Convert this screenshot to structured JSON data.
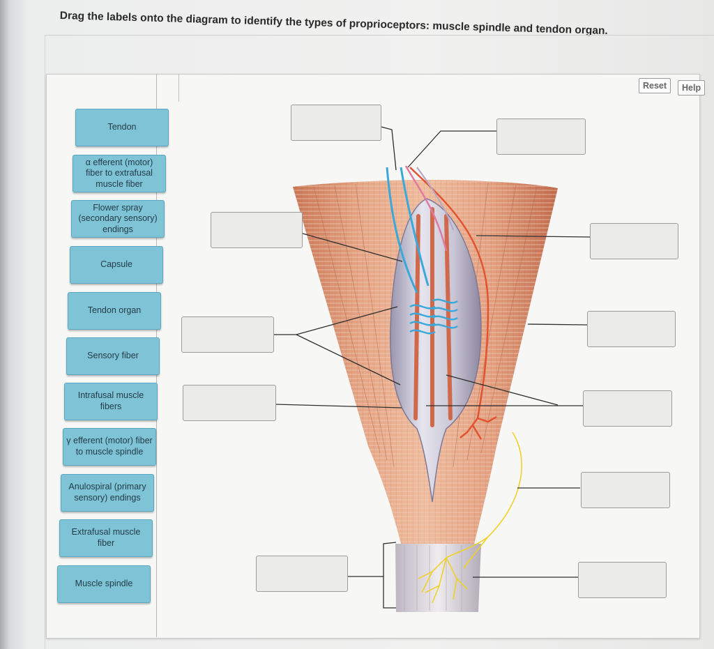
{
  "instructions": "Drag the labels onto the diagram to identify the types of proprioceptors: muscle spindle and tendon organ.",
  "buttons": {
    "reset": "Reset",
    "help": "Help"
  },
  "labels": [
    {
      "name": "label-tendon",
      "text": "Tendon"
    },
    {
      "name": "label-alpha-efferent",
      "text": "α efferent (motor) fiber to extrafusal muscle fiber"
    },
    {
      "name": "label-flower-spray",
      "text": "Flower spray (secondary sensory) endings"
    },
    {
      "name": "label-capsule",
      "text": "Capsule"
    },
    {
      "name": "label-tendon-organ",
      "text": "Tendon organ"
    },
    {
      "name": "label-sensory-fiber",
      "text": "Sensory fiber"
    },
    {
      "name": "label-intrafusal",
      "text": "Intrafusal muscle fibers"
    },
    {
      "name": "label-gamma-efferent",
      "text": "γ efferent (motor) fiber to muscle spindle"
    },
    {
      "name": "label-anulospiral",
      "text": "Anulospiral (primary sensory) endings"
    },
    {
      "name": "label-extrafusal",
      "text": "Extrafusal muscle fiber"
    },
    {
      "name": "label-muscle-spindle",
      "text": "Muscle spindle"
    }
  ],
  "colors": {
    "label_fill": "#7fc3d6",
    "muscle": "#d9916f",
    "spindle_capsule": "#c9c6d6",
    "artery_red": "#e2532f",
    "nerve_blue": "#3aa9d9",
    "nerve_yellow": "#f2d02a"
  },
  "icons": [
    "drop-target-box"
  ]
}
